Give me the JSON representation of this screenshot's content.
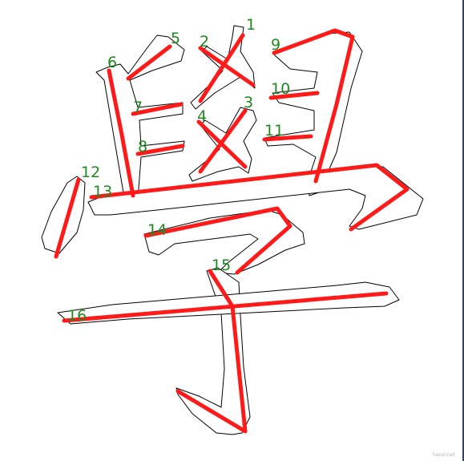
{
  "character": "學",
  "stroke_count": 16,
  "stroke_labels": [
    "1",
    "2",
    "3",
    "4",
    "5",
    "6",
    "7",
    "8",
    "9",
    "10",
    "11",
    "12",
    "13",
    "14",
    "15",
    "16"
  ],
  "colors": {
    "stroke": "#ff1a1a",
    "label": "#1f8a1f",
    "outline": "#000000",
    "frame": "#3a3f78"
  },
  "credit": "hanzi.net"
}
